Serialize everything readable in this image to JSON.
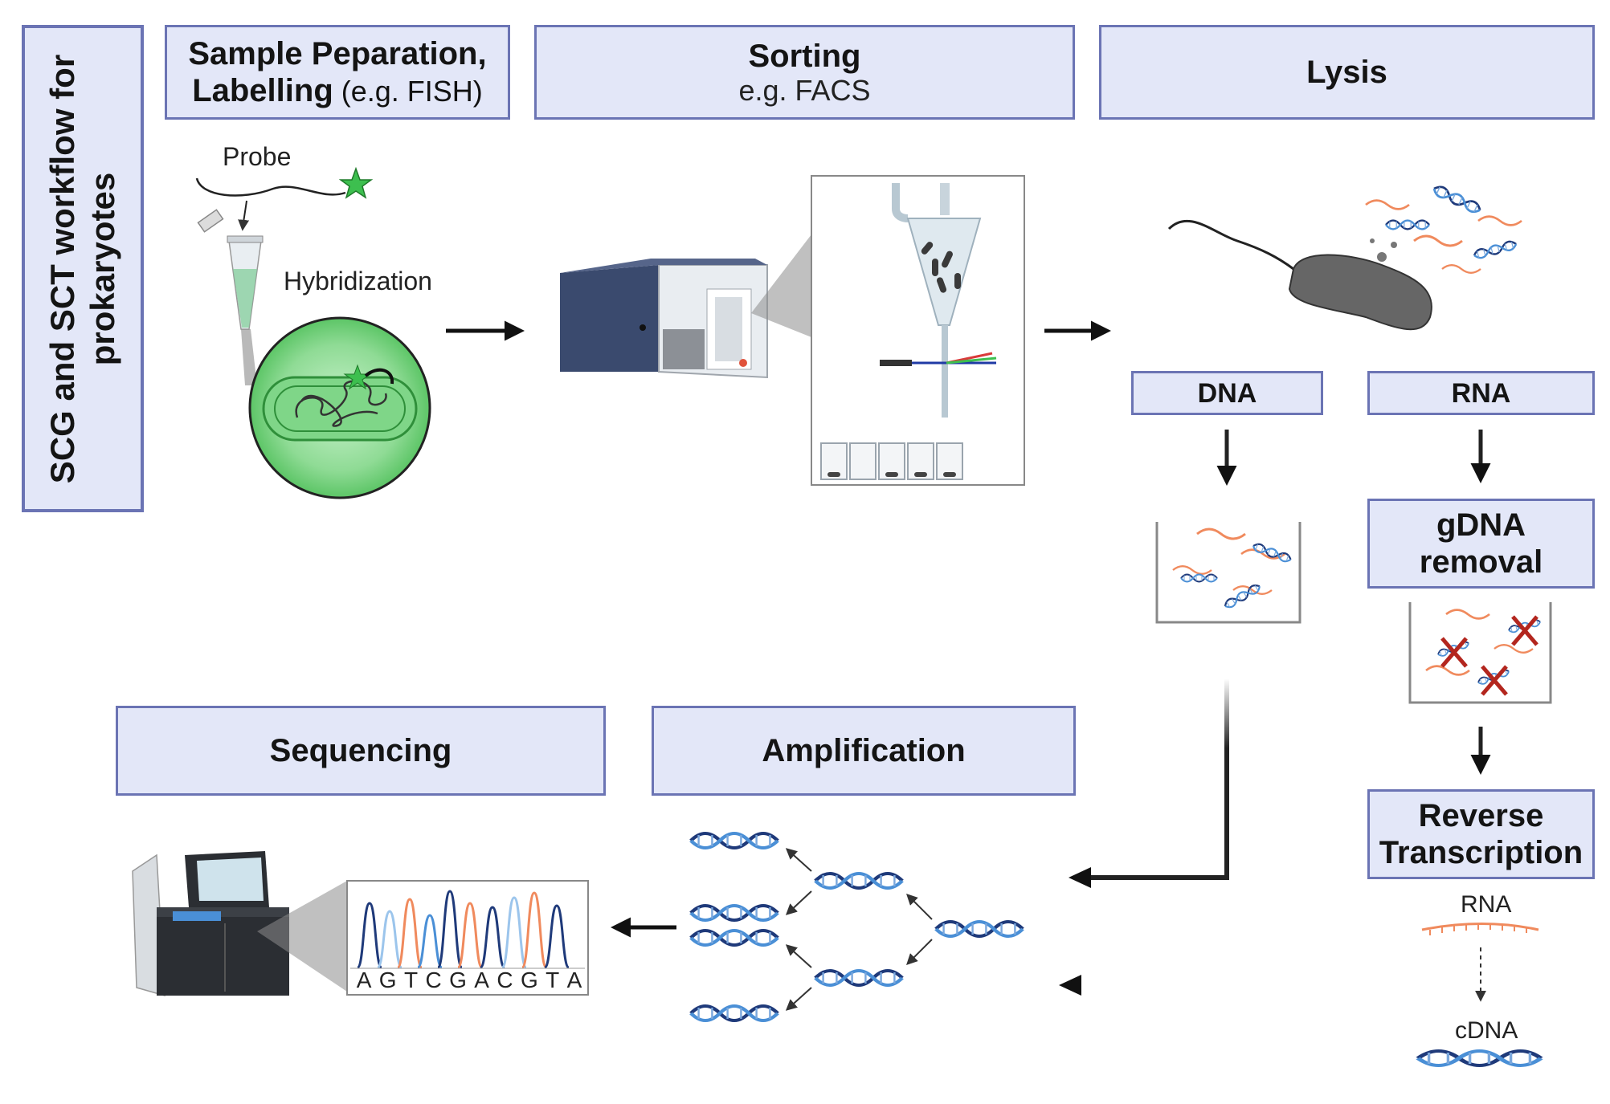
{
  "title": "SCG and SCT workflow for prokaryotes",
  "steps": {
    "sample_prep": {
      "line1": "Sample Peparation,",
      "line2_bold": "Labelling",
      "line2_rest": " (e.g. FISH)"
    },
    "sorting": {
      "title": "Sorting",
      "sub": "e.g. FACS"
    },
    "lysis": {
      "title": "Lysis"
    },
    "dna": "DNA",
    "rna": "RNA",
    "gdna_removal": {
      "line1": "gDNA",
      "line2": "removal"
    },
    "reverse_transcription": {
      "line1": "Reverse",
      "line2": "Transcription"
    },
    "amplification": "Amplification",
    "sequencing": "Sequencing"
  },
  "labels": {
    "probe": "Probe",
    "hybridization": "Hybridization",
    "rna": "RNA",
    "cdna": "cDNA"
  },
  "sequence": [
    "A",
    "G",
    "T",
    "C",
    "G",
    "A",
    "C",
    "G",
    "T",
    "A"
  ],
  "colors": {
    "box_fill": "#e3e7f8",
    "box_border": "#6b74b4",
    "rna_strand": "#f08a5d",
    "dna_dark": "#1f3a7a",
    "dna_light": "#4a8fd6",
    "green": "#3dbf4f",
    "cross_red": "#b3261e"
  }
}
